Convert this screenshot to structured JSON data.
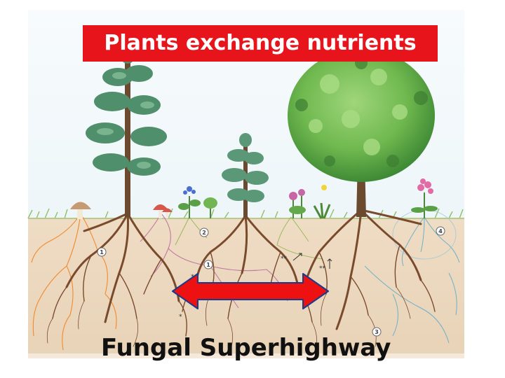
{
  "title": "Plants exchange nutrients",
  "caption": "Fungal Superhighway",
  "markers": [
    "1",
    "2",
    "1",
    "3",
    "4"
  ],
  "asterisks": [
    "*",
    "**",
    "**",
    "*"
  ],
  "colors": {
    "title_background": "#e8141c",
    "arrow": "#ee1111",
    "arrow_outline": "#1a3a8a",
    "soil": "#ecd8bf",
    "root": "#7a4a2c",
    "fungus_orange": "#f08a2c",
    "fungus_pink": "#c07aa0",
    "fungus_cyan": "#6fb0c6"
  },
  "icons": [
    "mushroom-icon",
    "pine-tree-icon",
    "deciduous-tree-icon",
    "flower-icon",
    "double-arrow-icon"
  ]
}
